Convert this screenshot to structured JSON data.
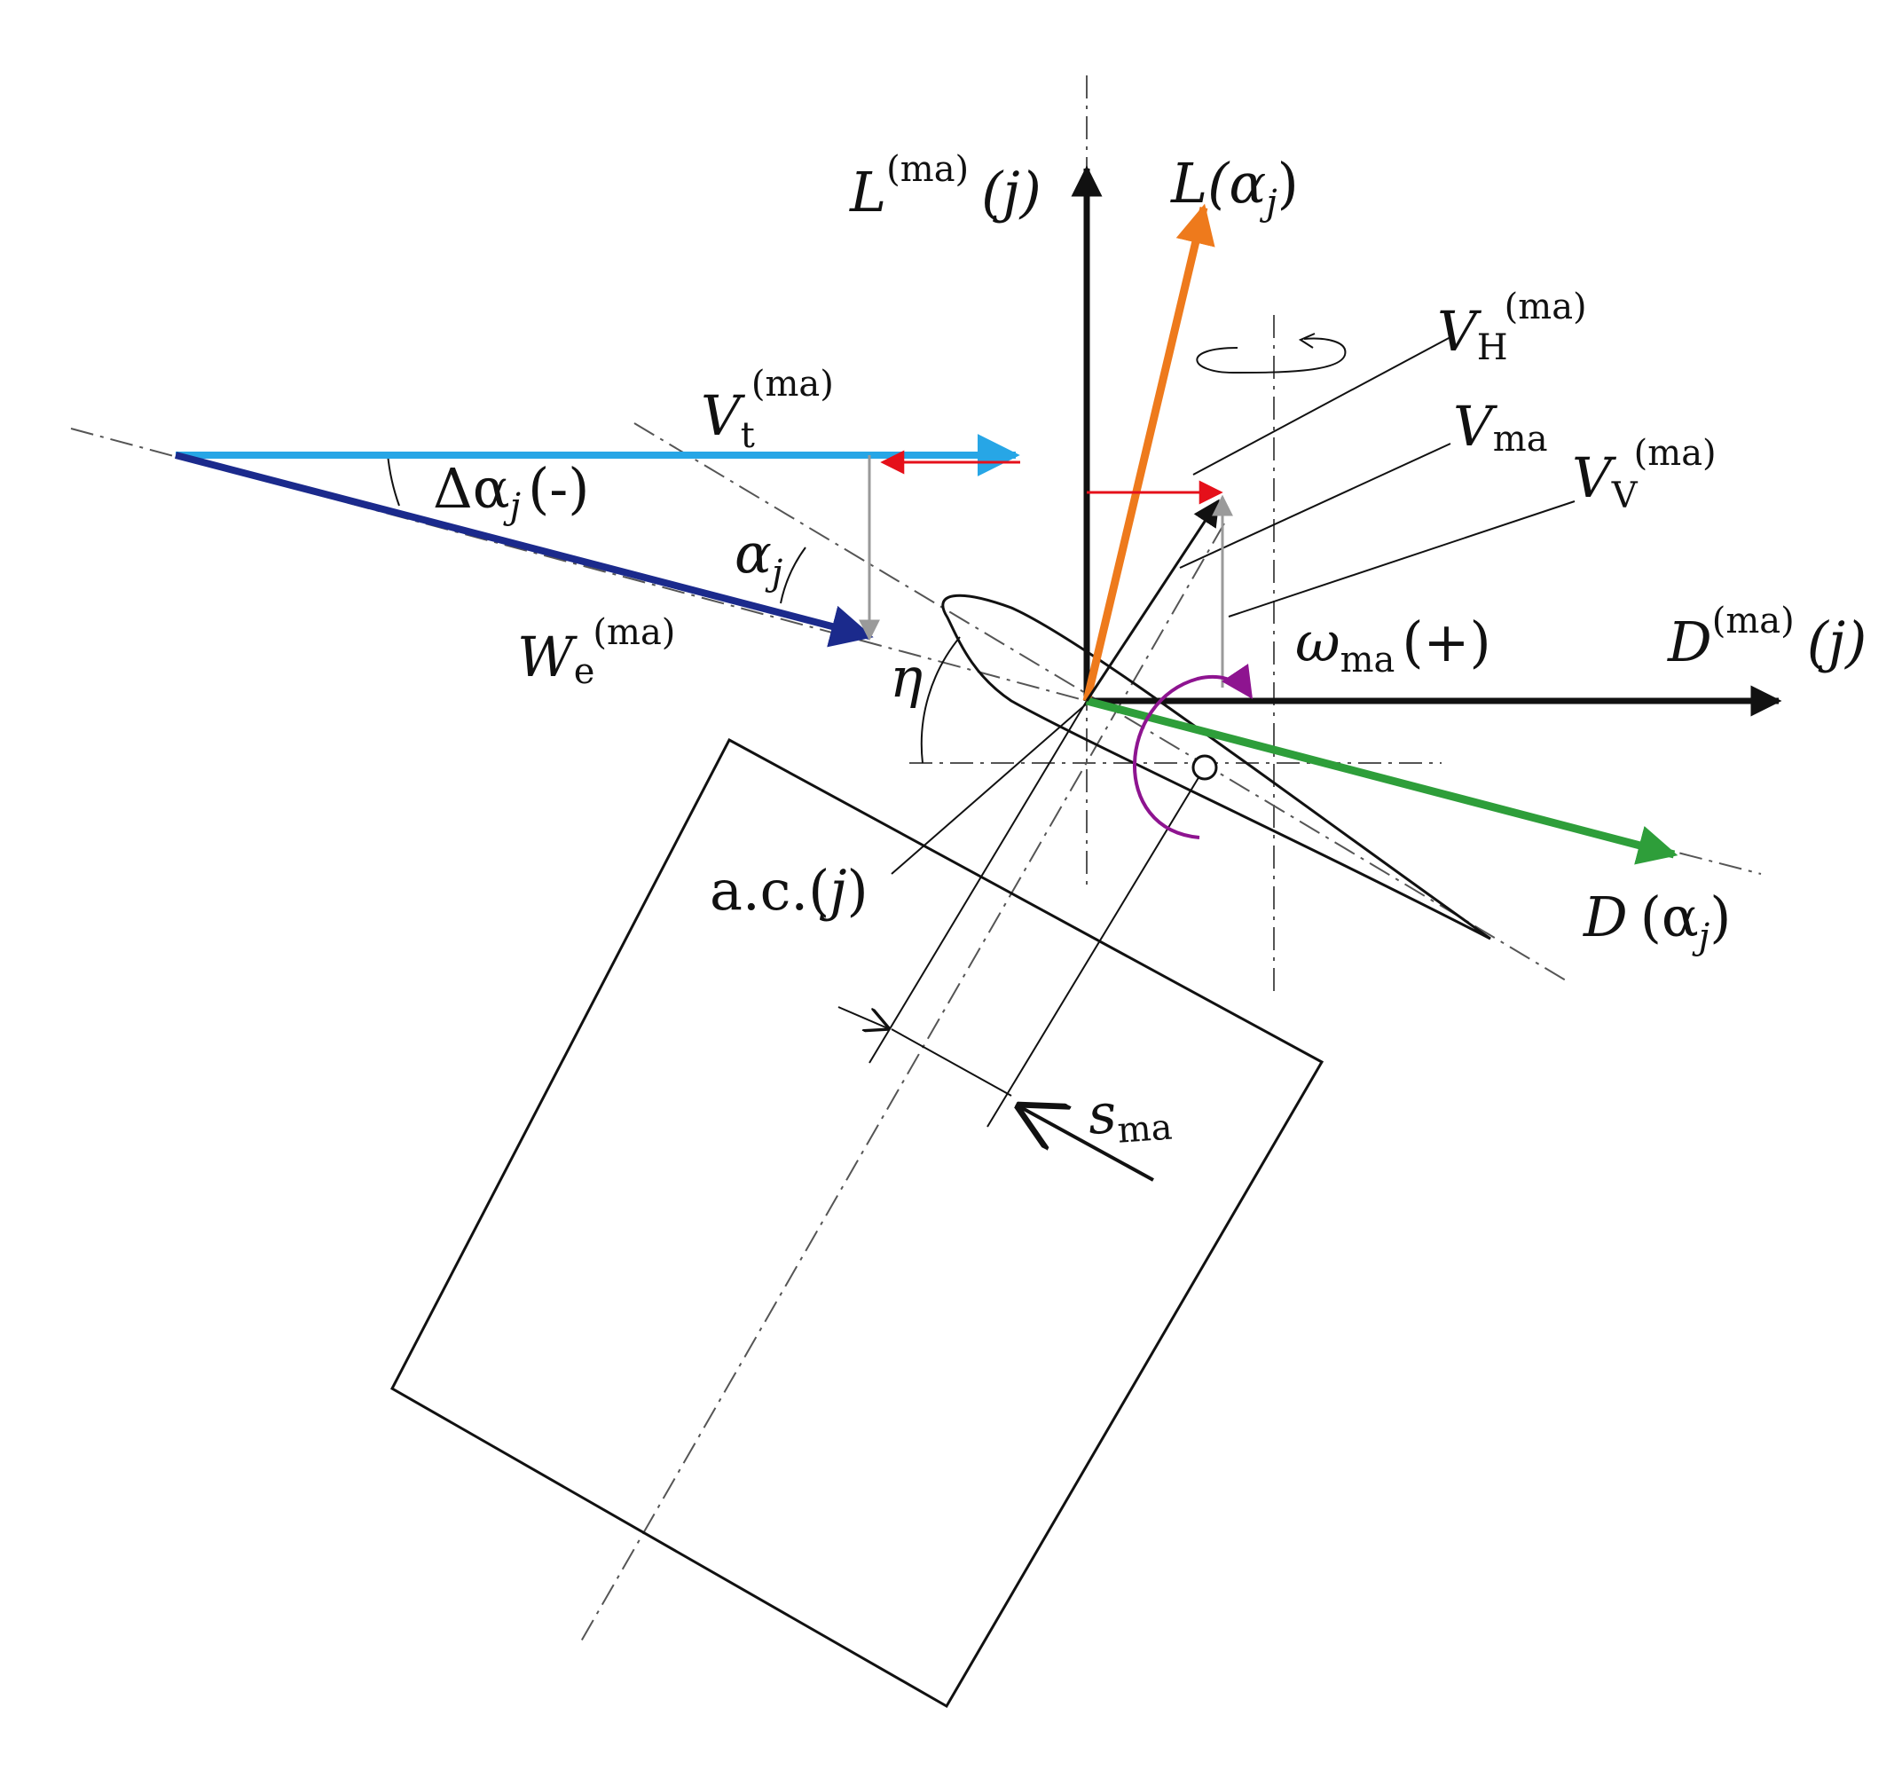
{
  "colors": {
    "black": "#111111",
    "orange": "#ee7a1c",
    "light_blue": "#27a6e6",
    "dark_blue": "#1b2a8c",
    "green": "#2e9e3a",
    "red": "#e5101a",
    "gray": "#9a9a9a",
    "purple": "#8e1490"
  },
  "labels": {
    "L_ma": {
      "main": "L",
      "sup": "(ma)",
      "tail": "(j)"
    },
    "L_alpha": {
      "main": "L(α",
      "sub": "j",
      "tail": ")"
    },
    "VH": {
      "main": "V",
      "sub": "H",
      "sup": "(ma)"
    },
    "Vma": {
      "main": "V",
      "sub": "ma"
    },
    "VV": {
      "main": "V",
      "sub": "V",
      "sup": "(ma)"
    },
    "Vt": {
      "main": "V",
      "sub": "t",
      "sup": "(ma)"
    },
    "delta_alpha": {
      "main": "Δα",
      "sub": "j",
      "tail": "(-)"
    },
    "alpha": {
      "main": "α",
      "sub": "j"
    },
    "We": {
      "main": "W",
      "sub": "e",
      "sup": "(ma)"
    },
    "eta": {
      "main": "η"
    },
    "omega": {
      "main": "ω",
      "sub": "ma",
      "tail": "(+)"
    },
    "D_ma": {
      "main": "D",
      "sup": "(ma)",
      "tail": "(j)"
    },
    "ac": {
      "main": "a.c.(",
      "it": "j",
      "tail": ")"
    },
    "D_alpha": {
      "main": "D",
      "mid": "(α",
      "sub": "j",
      "tail": ")"
    },
    "s": {
      "main": "s",
      "sub": "ma"
    }
  }
}
